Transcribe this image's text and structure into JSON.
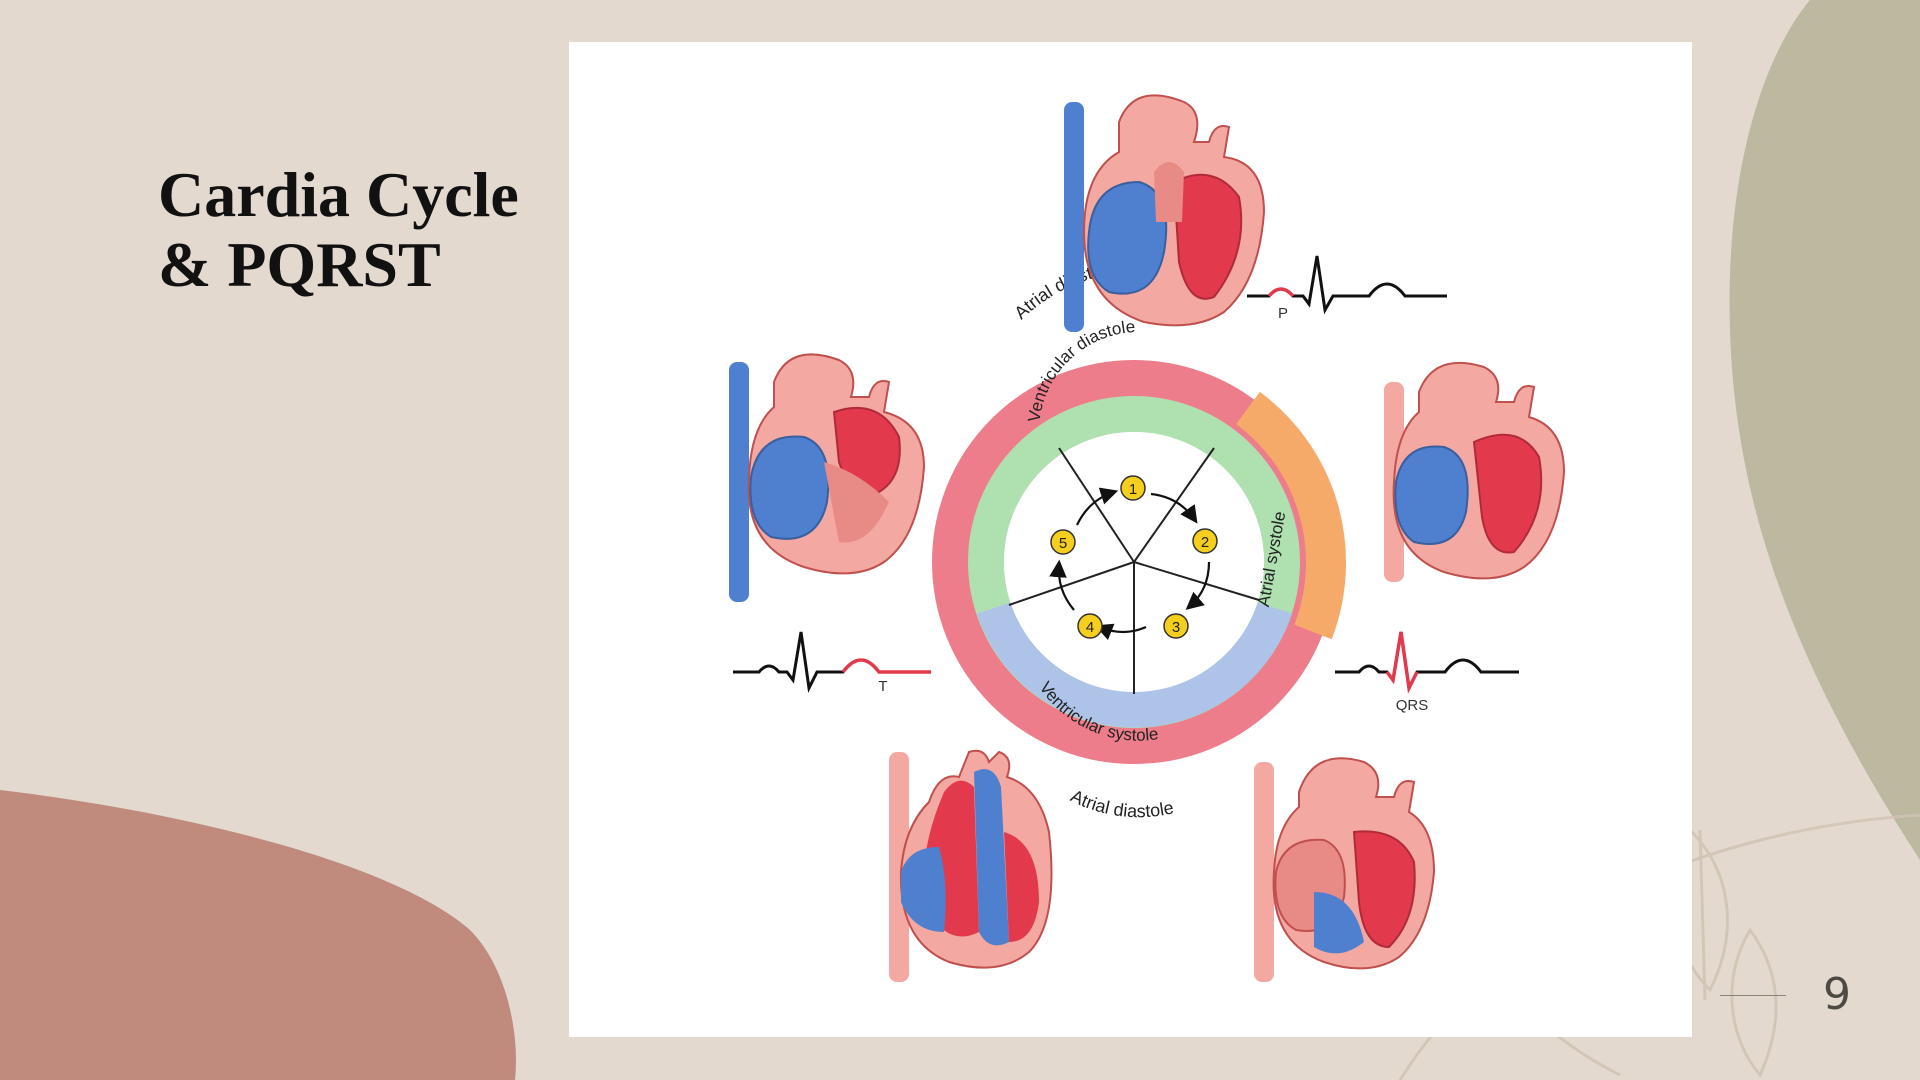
{
  "slide": {
    "title_line1": "Cardia Cycle",
    "title_line2": "& PQRST",
    "page_number": "9"
  },
  "diagram": {
    "outer_ring": {
      "top": "Atrial diastole",
      "bottom": "Atrial diastole",
      "right": "Atrial systole"
    },
    "inner_ring": {
      "top": "Ventricular diastole",
      "bottom": "Ventricular systole"
    },
    "stages": [
      "1",
      "2",
      "3",
      "4",
      "5"
    ],
    "ecg_labels": {
      "p": "P",
      "qrs": "QRS",
      "t": "T"
    }
  },
  "colors": {
    "background": "#e3d9ce",
    "blob_brown": "#c08a7c",
    "blob_olive": "#bdb8a0",
    "atrial_ring": "#ee7d8b",
    "atrial_systole": "#f5aa6a",
    "vent_diastole": "#aee0b0",
    "vent_systole": "#adc4e8",
    "marker": "#f6cf1e",
    "heart_red": "#e23a4c",
    "heart_blue": "#4f80cf",
    "heart_pink": "#f3a8a2"
  }
}
